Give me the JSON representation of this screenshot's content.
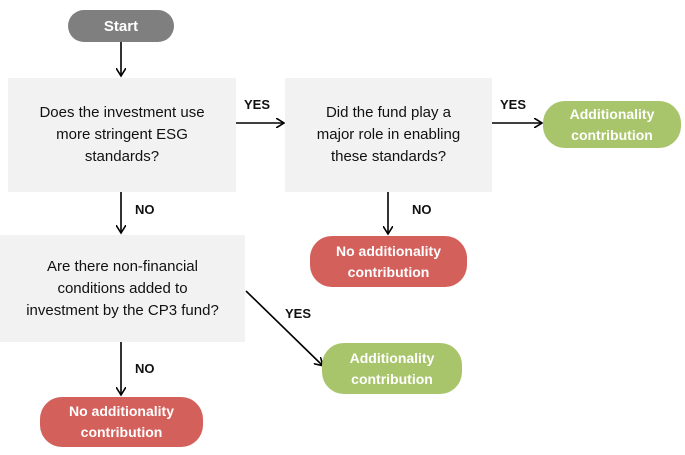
{
  "diagram": {
    "start": "Start",
    "q1": "Does the  investment use\nmore stringent ESG\nstandards?",
    "q2": "Did the fund play a\nmajor role in enabling\nthese standards?",
    "q3": "Are there non-financial\nconditions  added to\ninvestment by the CP3 fund?",
    "outcome_add_top": "Additionality\ncontribution",
    "outcome_no_mid": "No additionality\ncontribution",
    "outcome_add_mid": "Additionality\ncontribution",
    "outcome_no_bottom": "No additionality\ncontribution",
    "labels": {
      "yes_q1_q2": "YES",
      "yes_q2_out": "YES",
      "no_q1_q3": "NO",
      "no_q2_out": "NO",
      "yes_q3_out": "YES",
      "no_q3_out": "NO"
    },
    "colors": {
      "start": "#7f7f7f",
      "question_box": "#f2f2f2",
      "positive": "#a9c56b",
      "negative": "#d4605b"
    }
  }
}
